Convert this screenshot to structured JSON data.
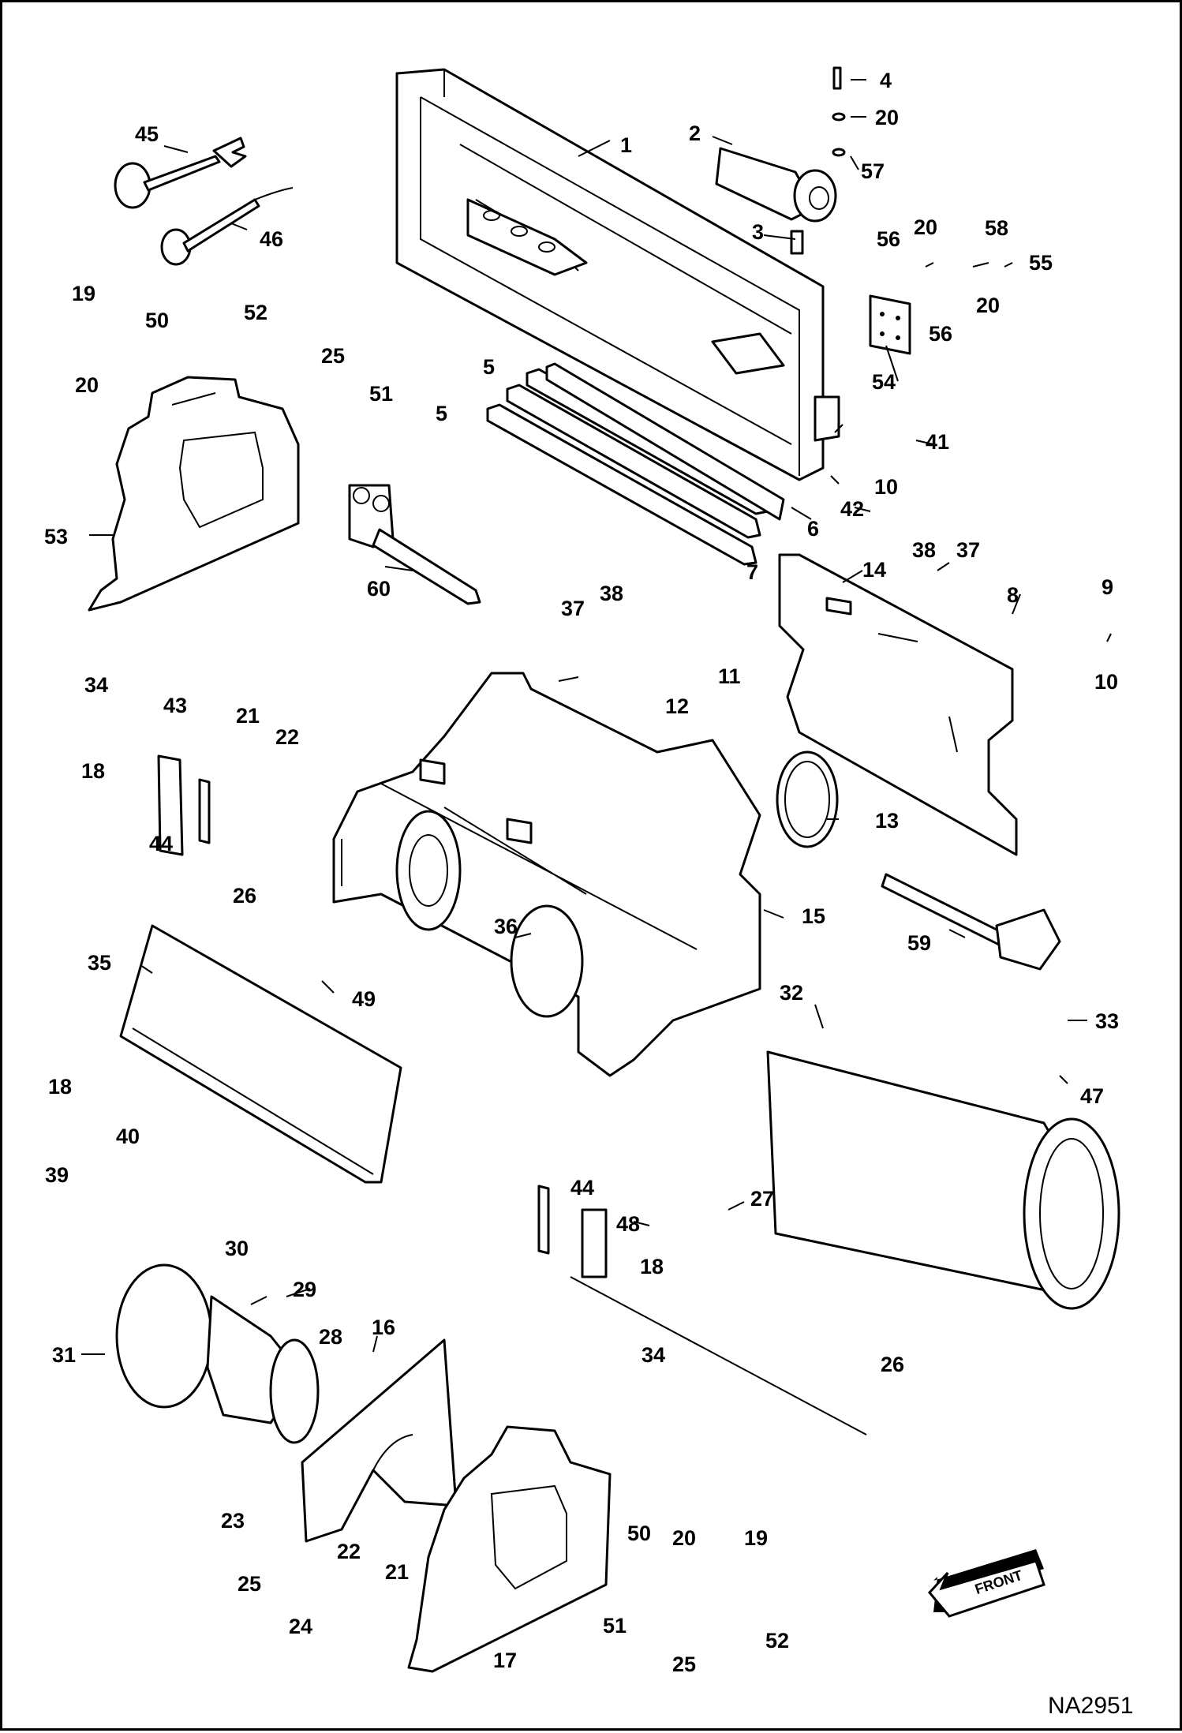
{
  "drawing_code": "NA2951",
  "front_label": "FRONT",
  "callouts": [
    {
      "n": "1"
    },
    {
      "n": "2"
    },
    {
      "n": "3"
    },
    {
      "n": "4"
    },
    {
      "n": "20"
    },
    {
      "n": "57"
    },
    {
      "n": "45"
    },
    {
      "n": "46"
    },
    {
      "n": "56"
    },
    {
      "n": "20"
    },
    {
      "n": "58"
    },
    {
      "n": "55"
    },
    {
      "n": "20"
    },
    {
      "n": "56"
    },
    {
      "n": "54"
    },
    {
      "n": "19"
    },
    {
      "n": "50"
    },
    {
      "n": "20"
    },
    {
      "n": "52"
    },
    {
      "n": "25"
    },
    {
      "n": "51"
    },
    {
      "n": "5"
    },
    {
      "n": "5"
    },
    {
      "n": "41"
    },
    {
      "n": "10"
    },
    {
      "n": "42"
    },
    {
      "n": "6"
    },
    {
      "n": "7"
    },
    {
      "n": "53"
    },
    {
      "n": "60"
    },
    {
      "n": "14"
    },
    {
      "n": "38"
    },
    {
      "n": "37"
    },
    {
      "n": "8"
    },
    {
      "n": "9"
    },
    {
      "n": "10"
    },
    {
      "n": "37"
    },
    {
      "n": "38"
    },
    {
      "n": "11"
    },
    {
      "n": "12"
    },
    {
      "n": "13"
    },
    {
      "n": "34"
    },
    {
      "n": "43"
    },
    {
      "n": "18"
    },
    {
      "n": "21"
    },
    {
      "n": "22"
    },
    {
      "n": "44"
    },
    {
      "n": "26"
    },
    {
      "n": "15"
    },
    {
      "n": "59"
    },
    {
      "n": "36"
    },
    {
      "n": "35"
    },
    {
      "n": "49"
    },
    {
      "n": "32"
    },
    {
      "n": "33"
    },
    {
      "n": "47"
    },
    {
      "n": "18"
    },
    {
      "n": "40"
    },
    {
      "n": "39"
    },
    {
      "n": "27"
    },
    {
      "n": "44"
    },
    {
      "n": "48"
    },
    {
      "n": "18"
    },
    {
      "n": "34"
    },
    {
      "n": "26"
    },
    {
      "n": "30"
    },
    {
      "n": "29"
    },
    {
      "n": "31"
    },
    {
      "n": "28"
    },
    {
      "n": "16"
    },
    {
      "n": "23"
    },
    {
      "n": "22"
    },
    {
      "n": "21"
    },
    {
      "n": "25"
    },
    {
      "n": "24"
    },
    {
      "n": "50"
    },
    {
      "n": "20"
    },
    {
      "n": "19"
    },
    {
      "n": "51"
    },
    {
      "n": "25"
    },
    {
      "n": "52"
    },
    {
      "n": "17"
    }
  ]
}
